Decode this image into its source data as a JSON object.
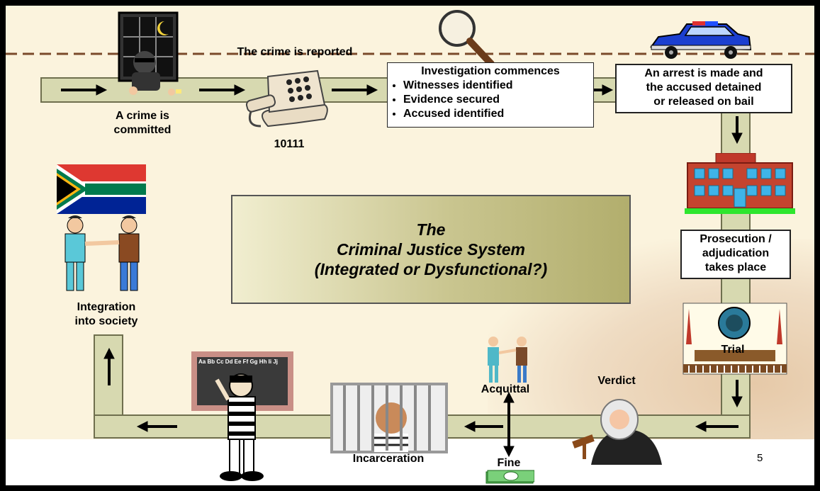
{
  "slide": {
    "title_line1": "The",
    "title_line2": "Criminal Justice System",
    "title_line3": "(Integrated or Dysfunctional?)",
    "page_number": "5"
  },
  "steps": {
    "crime_reported": "The crime is reported",
    "crime_committed_line1": "A crime is",
    "crime_committed_line2": "committed",
    "phone_number": "10111",
    "investigation_title": "Investigation commences",
    "investigation_items": [
      "Witnesses identified",
      "Evidence secured",
      "Accused identified"
    ],
    "arrest_line1": "An arrest is made and",
    "arrest_line2": "the accused detained",
    "arrest_line3": "or released on bail",
    "prosecution_line1": "Prosecution /",
    "prosecution_line2": "adjudication",
    "prosecution_line3": "takes place",
    "trial": "Trial",
    "verdict": "Verdict",
    "acquittal": "Acquittal",
    "fine": "Fine",
    "incarceration": "Incarceration",
    "integration_line1": "Integration",
    "integration_line2": "into society",
    "blackboard_text": "Aa Bb Cc Dd Ee Ff Gg Hh Ii Jj"
  }
}
